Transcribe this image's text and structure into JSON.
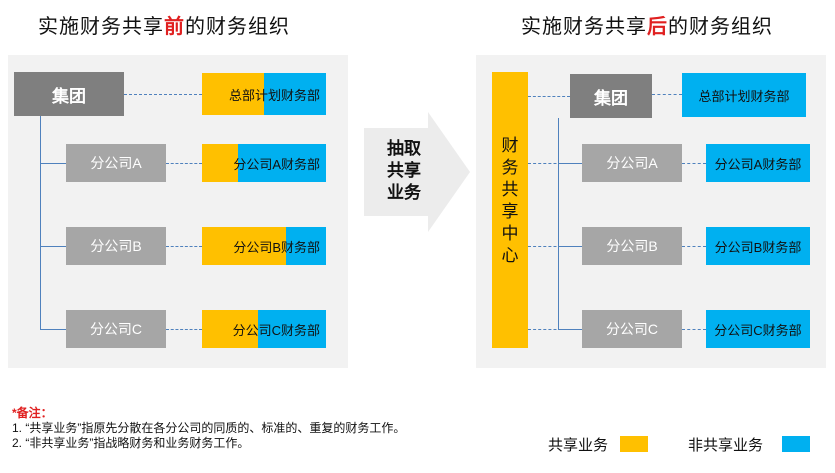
{
  "titles": {
    "before_prefix": "实施财务共享",
    "before_accent": "前",
    "before_suffix": "的财务组织",
    "after_prefix": "实施财务共享",
    "after_accent": "后",
    "after_suffix": "的财务组织"
  },
  "before": {
    "group": "集团",
    "hq_dept": "总部计划财务部",
    "subsidiaries": [
      {
        "name": "分公司A",
        "dept": "分公司A财务部"
      },
      {
        "name": "分公司B",
        "dept": "分公司B财务部"
      },
      {
        "name": "分公司C",
        "dept": "分公司C财务部"
      }
    ]
  },
  "arrow": {
    "line1": "抽取",
    "line2": "共享",
    "line3": "业务"
  },
  "after": {
    "shared_center_chars": [
      "财",
      "务",
      "共",
      "享",
      "中",
      "心"
    ],
    "group": "集团",
    "hq_dept": "总部计划财务部",
    "subsidiaries": [
      {
        "name": "分公司A",
        "dept": "分公司A财务部"
      },
      {
        "name": "分公司B",
        "dept": "分公司B财务部"
      },
      {
        "name": "分公司C",
        "dept": "分公司C财务部"
      }
    ]
  },
  "notes": {
    "heading": "*备注：",
    "item1": "1. “共享业务”指原先分散在各分公司的同质的、标准的、重复的财务工作。",
    "item2": "2. “非共享业务”指战略财务和业务财务工作。"
  },
  "legend": {
    "shared": "共享业务",
    "non_shared": "非共享业务"
  },
  "colors": {
    "shared": "#ffc000",
    "non_shared": "#00b0f0",
    "group_box": "#7f7f7f",
    "sub_box": "#a6a6a6",
    "accent": "#e02020",
    "connector": "#4f81bd"
  }
}
